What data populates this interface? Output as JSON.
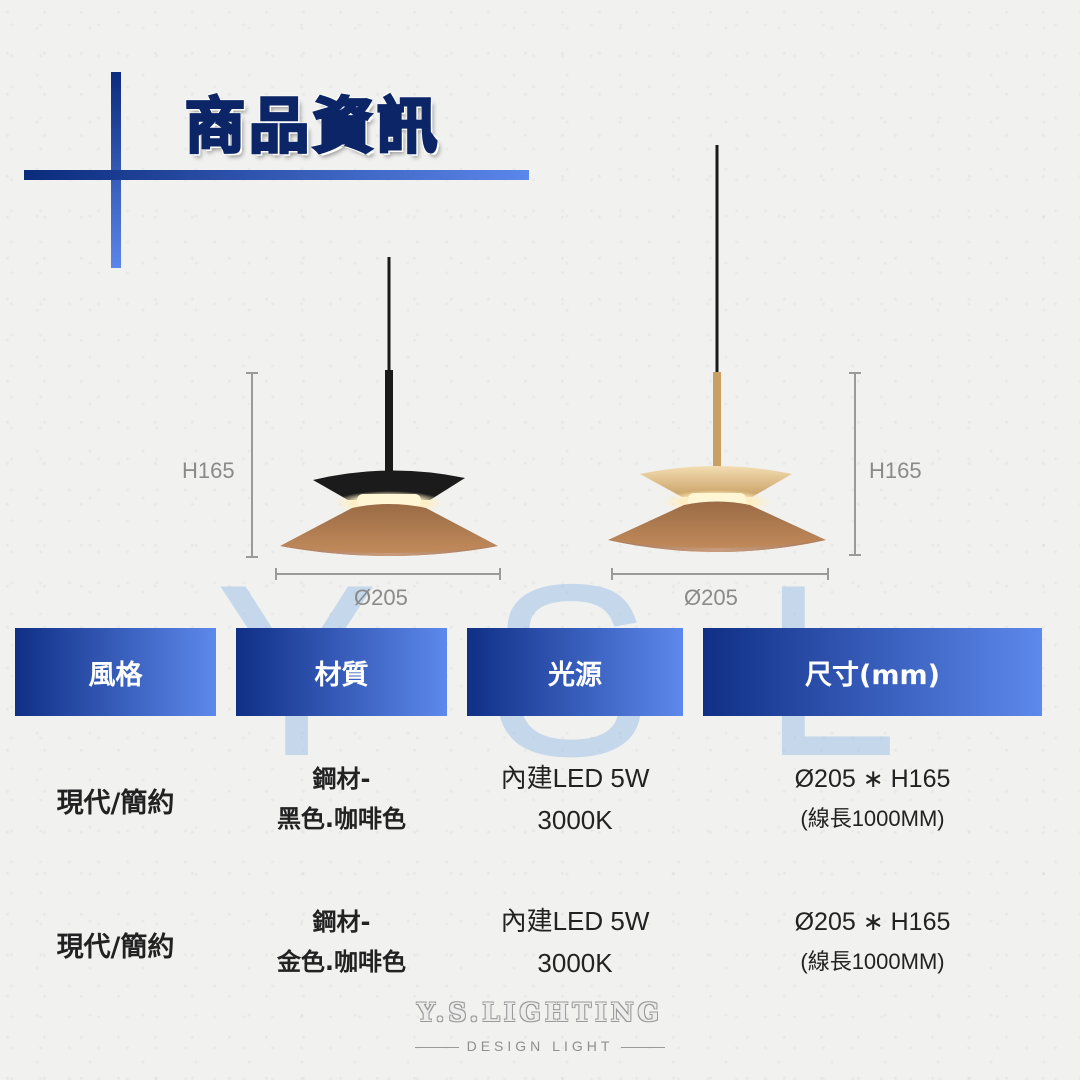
{
  "header": {
    "title": "商品資訊"
  },
  "watermark": "YSL",
  "lamps": [
    {
      "finish": "black",
      "height_label": "H165",
      "diameter_label": "Ø205"
    },
    {
      "finish": "gold",
      "height_label": "H165",
      "diameter_label": "Ø205"
    }
  ],
  "table": {
    "headers": [
      "風格",
      "材質",
      "光源",
      "尺寸(mm)"
    ],
    "rows": [
      {
        "style": "現代/簡約",
        "material_line1": "鋼材-",
        "material_line2": "黑色.咖啡色",
        "light_line1": "內建LED 5W",
        "light_line2": "3000K",
        "size_line1": "Ø205 ∗ H165",
        "size_line2": "(線長1000MM)"
      },
      {
        "style": "現代/簡約",
        "material_line1": "鋼材-",
        "material_line2": "金色.咖啡色",
        "light_line1": "內建LED 5W",
        "light_line2": "3000K",
        "size_line1": "Ø205 ∗ H165",
        "size_line2": "(線長1000MM)"
      }
    ]
  },
  "brand": {
    "name": "Y.S.LIGHTING",
    "tagline": "DESIGN LIGHT"
  },
  "colors": {
    "header_gradient_start": "#102f86",
    "header_gradient_end": "#5d89ec",
    "shade_brown": "#b07a4c",
    "gold": "#d8b66e"
  }
}
